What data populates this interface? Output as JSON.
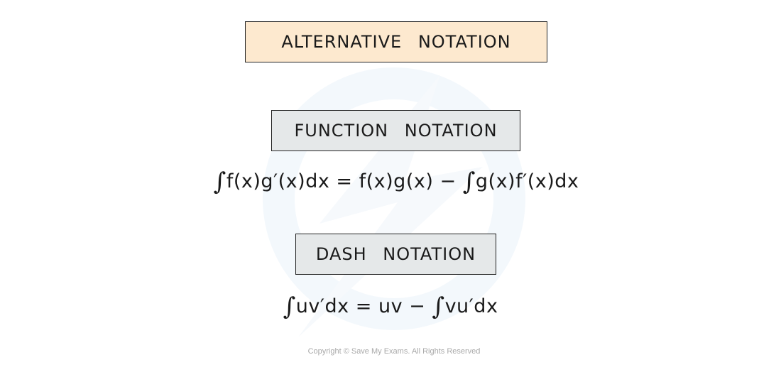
{
  "title_box": {
    "label": "ALTERNATIVE NOTATION",
    "fill": "#fde9cf"
  },
  "sections": [
    {
      "heading": "FUNCTION NOTATION",
      "fill": "#e5e8e9",
      "equation": {
        "lhs_integrand": "f(x)g′(x)dx",
        "equals": "=",
        "rhs_term": "f(x)g(x)",
        "minus": "−",
        "rhs_integrand": "g(x)f′(x)dx"
      }
    },
    {
      "heading": "DASH NOTATION",
      "fill": "#e5e8e9",
      "equation": {
        "lhs_integrand": "uv′dx",
        "equals": "=",
        "rhs_term": "uv",
        "minus": "−",
        "rhs_integrand": "vu′dx"
      }
    }
  ],
  "integral_symbol": "∫",
  "footer": {
    "copyright": "Copyright © Save My Exams. All Rights Reserved"
  }
}
